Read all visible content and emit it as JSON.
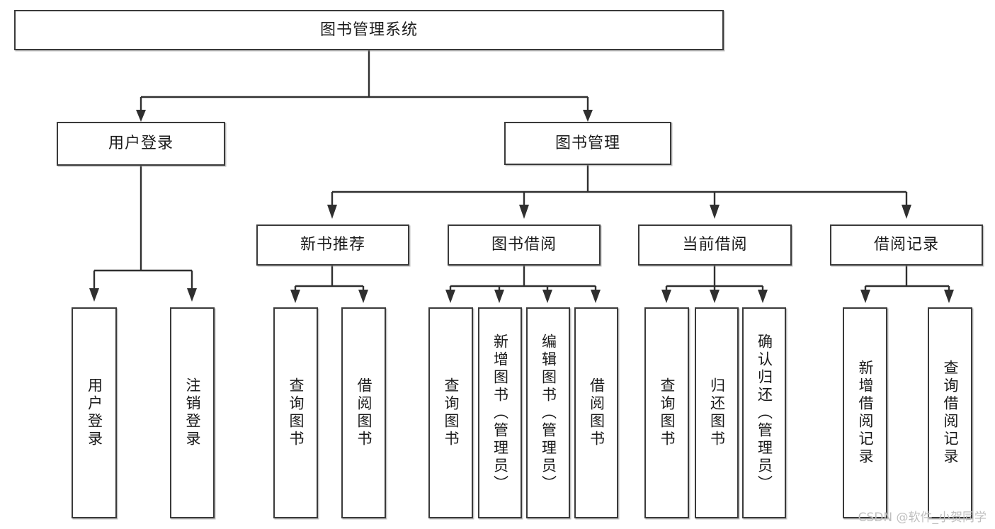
{
  "diagram": {
    "title": "图书管理系统",
    "type": "tree-hierarchy",
    "watermark": "CSDN @软件_小贺同学",
    "colors": {
      "box_border": "#3a3a3a",
      "connector": "#2f2f2f",
      "background": "#ffffff",
      "text": "#1a1a1a",
      "watermark": "#bfbfbf"
    },
    "levels": {
      "root": {
        "label": "图书管理系统"
      },
      "level2": [
        {
          "label": "用户登录"
        },
        {
          "label": "图书管理"
        }
      ],
      "level3": [
        {
          "label": "新书推荐"
        },
        {
          "label": "图书借阅"
        },
        {
          "label": "当前借阅"
        },
        {
          "label": "借阅记录"
        }
      ],
      "leaves": [
        {
          "label": "用户登录",
          "parent": "用户登录"
        },
        {
          "label": "注销登录",
          "parent": "用户登录"
        },
        {
          "label": "查询图书",
          "parent": "新书推荐"
        },
        {
          "label": "借阅图书",
          "parent": "新书推荐"
        },
        {
          "label": "查询图书",
          "parent": "图书借阅"
        },
        {
          "label": "新增图书（管理员）",
          "parent": "图书借阅"
        },
        {
          "label": "编辑图书（管理员）",
          "parent": "图书借阅"
        },
        {
          "label": "借阅图书",
          "parent": "图书借阅"
        },
        {
          "label": "查询图书",
          "parent": "当前借阅"
        },
        {
          "label": "归还图书",
          "parent": "当前借阅"
        },
        {
          "label": "确认归还（管理员）",
          "parent": "当前借阅"
        },
        {
          "label": "新增借阅记录",
          "parent": "借阅记录"
        },
        {
          "label": "查询借阅记录",
          "parent": "借阅记录"
        }
      ]
    }
  }
}
